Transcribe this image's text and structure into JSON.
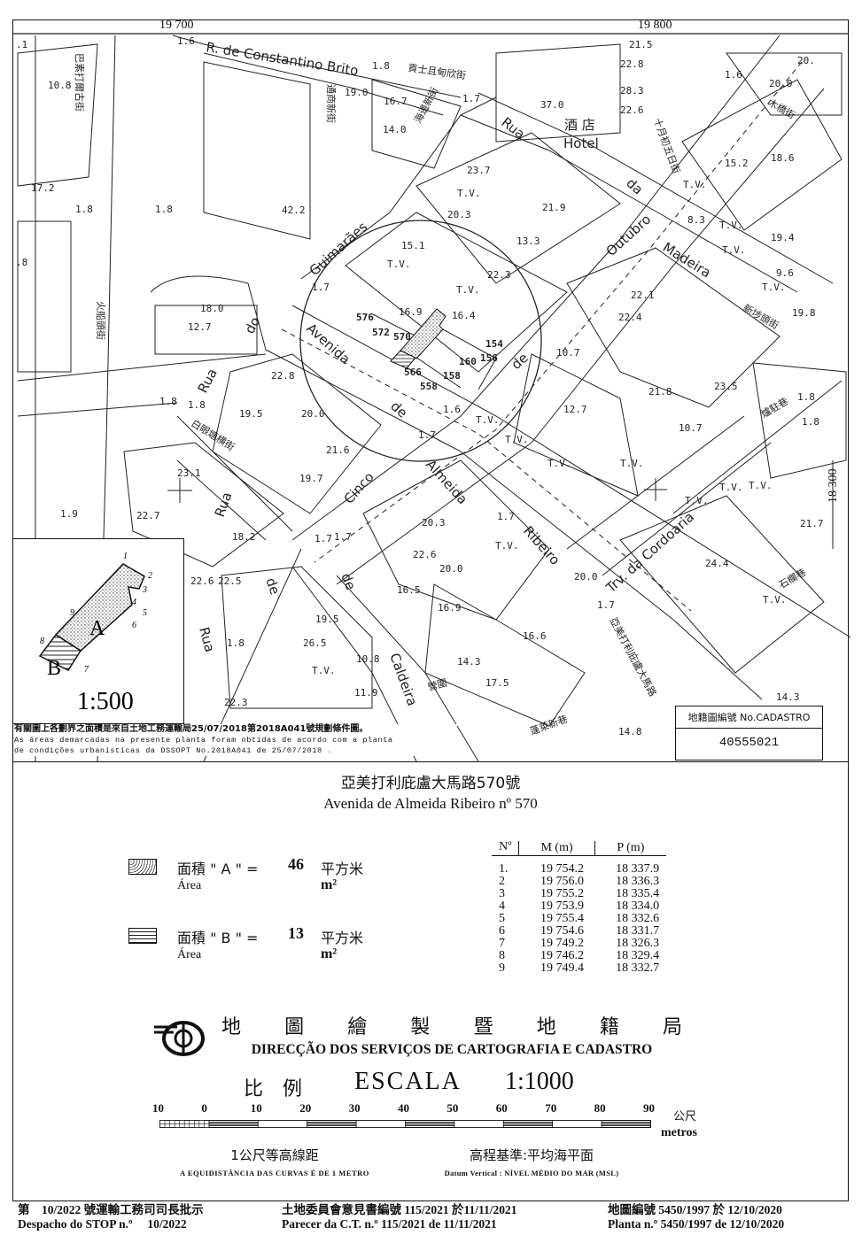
{
  "grid": {
    "m_left": "19 700",
    "m_right": "19 800",
    "p_right": "18 300"
  },
  "map_labels": {
    "streets": [
      "R. de Constantino Brito",
      "Rua",
      "da",
      "Outubro",
      "Madeira",
      "Guimarães",
      "Avenida",
      "de",
      "de",
      "Almeida",
      "Ribeiro",
      "Cinco",
      "Rua",
      "do",
      "Rua",
      "de",
      "Rua",
      "de",
      "Caldeira",
      "Trv. da Cordoaria",
      "Hotel",
      "酒 店"
    ],
    "chinese_streets": [
      "巴素打爾古街",
      "火船頭街",
      "海邊新街",
      "十月初五日街",
      "木橋街",
      "新埗頭街",
      "通商新街",
      "貢士且甸欣街",
      "白眼塘横街",
      "亞美打利庇盧大馬路",
      "蓬萊新巷",
      "爐駐巷",
      "營圍",
      "石欄巷"
    ],
    "elevations": [
      "1.6",
      "1.8",
      "10.8",
      "19.0",
      "16.7",
      "14.0",
      "1.7",
      "37.0",
      "22.8",
      "28.3",
      "22.6",
      "21.5",
      "20.",
      "20.0",
      "1.6",
      "17.2",
      "1.8",
      "1.8",
      "42.2",
      "23.7",
      "20.3",
      "21.9",
      "13.3",
      "15.1",
      "22.3",
      "15.2",
      "18.6",
      "8.3",
      "19.4",
      "9.6",
      "19.8",
      "1.8",
      "1.7",
      "18.0",
      "12.7",
      "16.9",
      "16.4",
      "22.1",
      "22.4",
      "10.7",
      "21.8",
      "23.5",
      "10.7",
      "12.7",
      "22.8",
      "19.5",
      "20.0",
      "1.6",
      "1.7",
      "21.6",
      "1.8",
      "19.7",
      "23.1",
      "22.7",
      "1.9",
      "18.2",
      "1.7",
      "20.3",
      "22.6",
      "20.0",
      "1.7",
      "1.7",
      "16.5",
      "16.9",
      "24.4",
      "20.0",
      "21.7",
      "22.6",
      "22.5",
      "19.5",
      "26.5",
      "10.8",
      "1.8",
      "14.3",
      "16.6",
      "17.5",
      "11.9",
      "22.3",
      "14.8",
      "14.3",
      "1.8",
      ".8",
      ".1",
      "1.7",
      "1.8"
    ],
    "tv_marks": [
      "T.V.",
      "T.V.",
      "T.V.",
      "T.V.",
      "T.V.",
      "T.V.",
      "T.V.",
      "T.V.",
      "T.V.",
      "T.V.",
      "T.V.",
      "T.V.",
      "T.V.",
      "T.V.",
      "T.V.",
      "T.V.",
      "T.V."
    ],
    "parcels": [
      "576",
      "572",
      "570",
      "566",
      "558",
      "158",
      "160",
      "156",
      "154"
    ]
  },
  "inset": {
    "scale": "1:500",
    "area_a": "A",
    "area_b": "B",
    "vertices": [
      "1",
      "2",
      "3",
      "4",
      "5",
      "6",
      "7",
      "8",
      "9"
    ]
  },
  "note": {
    "zh": "有關圖上各劃界之面積是來自土地工務運輸局25/07/2018第2018A041號規劃條件圖。",
    "pt_line1": "As áreas demarcadas na presente planta foram obtidas de acordo com a planta",
    "pt_line2": "de condições urbanísticas da DSSOPT No.2018A041 de 25/07/2018 ."
  },
  "cadastro": {
    "label": "地籍圖編號 No.CADASTRO",
    "number": "40555021"
  },
  "address": {
    "zh": "亞美打利庇盧大馬路570號",
    "pt": "Avenida de Almeida Ribeiro nº 570"
  },
  "areas": [
    {
      "label_zh": "面積 \" A \" =",
      "label_pt": "Área",
      "value": "46",
      "unit_zh": "平方米",
      "unit": "m²",
      "pattern": "stipple"
    },
    {
      "label_zh": "面積 \" B \" =",
      "label_pt": "Área",
      "value": "13",
      "unit_zh": "平方米",
      "unit": "m²",
      "pattern": "hatch"
    }
  ],
  "coords_table": {
    "headers": [
      "Nº",
      "M (m)",
      "P (m)"
    ],
    "rows": [
      [
        "1.",
        "19 754.2",
        "18 337.9"
      ],
      [
        "2",
        "19 756.0",
        "18 336.3"
      ],
      [
        "3",
        "19 755.2",
        "18 335.4"
      ],
      [
        "4",
        "19 753.9",
        "18 334.0"
      ],
      [
        "5",
        "19 755.4",
        "18 332.6"
      ],
      [
        "6",
        "19 754.6",
        "18 331.7"
      ],
      [
        "7",
        "19 749.2",
        "18 326.3"
      ],
      [
        "8",
        "19 746.2",
        "18 329.4"
      ],
      [
        "9",
        "19 749.4",
        "18 332.7"
      ]
    ]
  },
  "agency": {
    "zh": "地 圖 繪 製 暨 地 籍 局",
    "pt": "DIRECÇÃO DOS SERVIÇOS DE CARTOGRAFIA E CADASTRO"
  },
  "scale": {
    "zh": "比　例",
    "pt": "ESCALA",
    "value": "1:1000",
    "ticks": [
      "10",
      "0",
      "10",
      "20",
      "30",
      "40",
      "50",
      "60",
      "70",
      "80",
      "90"
    ],
    "unit_zh": "公尺",
    "unit_pt": "metros"
  },
  "contour": {
    "zh": "1公尺等高線距",
    "pt": "A EQUIDISTÂNCIA DAS CURVAS É DE 1 METRO"
  },
  "datum": {
    "zh": "高程基準:平均海平面",
    "pt": "Datum Vertical : NÍVEL MÉDIO DO MAR (MSL)"
  },
  "footer": {
    "despacho_zh": "第　10/2022 號運輸工務司司長批示",
    "despacho_pt": "Despacho do STOP n.º　 10/2022",
    "parecer_zh": "土地委員會意見書編號 115/2021 於11/11/2021",
    "parecer_pt": "Parecer da C.T. n.º 115/2021 de 11/11/2021",
    "planta_zh": "地圖編號 5450/1997 於 12/10/2020",
    "planta_pt": "Planta n.º 5450/1997 de 12/10/2020"
  }
}
